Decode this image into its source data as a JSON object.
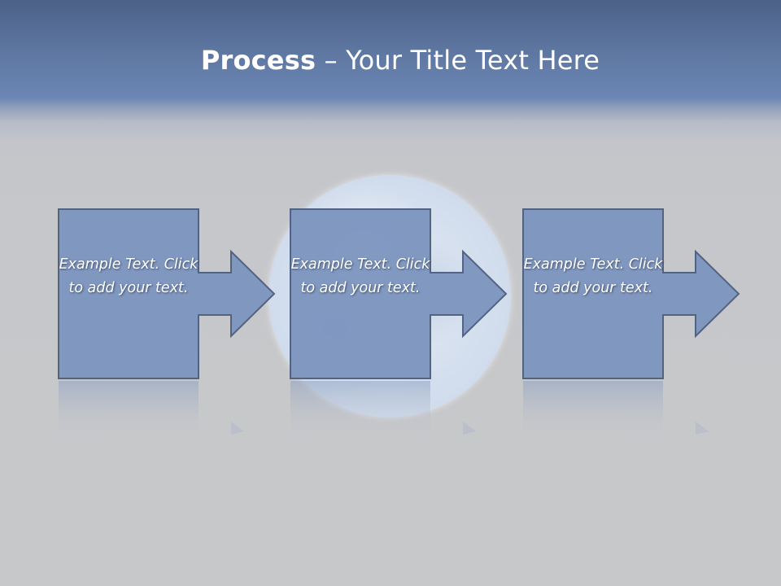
{
  "title": {
    "bold": "Process",
    "rest": " – Your Title Text Here"
  },
  "steps": [
    {
      "text": "Example Text. Click  to add your text."
    },
    {
      "text": "Example Text. Click  to add your text."
    },
    {
      "text": "Example Text. Click  to add your text."
    }
  ],
  "colors": {
    "box_fill": "#7e96c0",
    "box_stroke": "#4e5f7e",
    "title_text": "#ffffff"
  },
  "icons": [
    "moon-image",
    "arrow-icon"
  ]
}
